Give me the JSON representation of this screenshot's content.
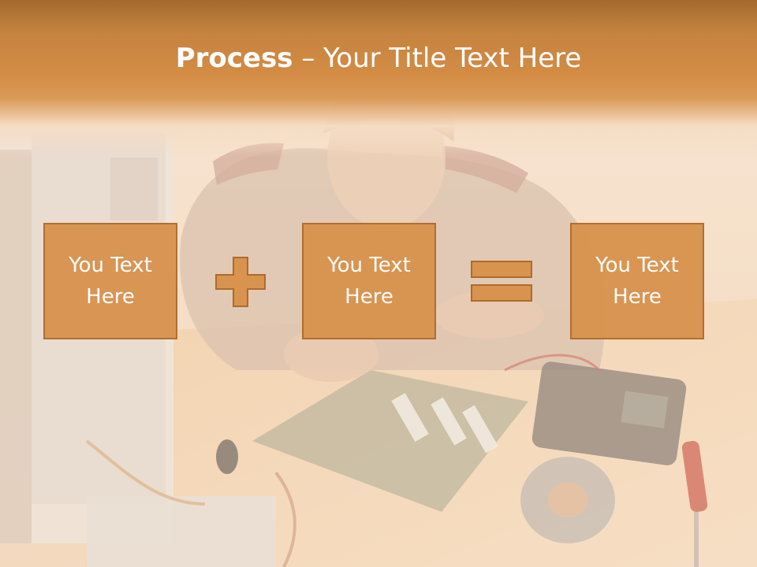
{
  "slide": {
    "title_bold": "Process",
    "title_rest": " – Your Title Text Here",
    "boxes": [
      {
        "line1": "You Text",
        "line2": "Here"
      },
      {
        "line1": "You Text",
        "line2": "Here"
      },
      {
        "line1": "You Text",
        "line2": "Here"
      }
    ],
    "operators": [
      "plus-icon",
      "equals-icon"
    ]
  },
  "colors": {
    "header": "#c4833f",
    "box_fill": "#d8934f",
    "box_border": "#b06a2a",
    "text": "#ffffff"
  }
}
